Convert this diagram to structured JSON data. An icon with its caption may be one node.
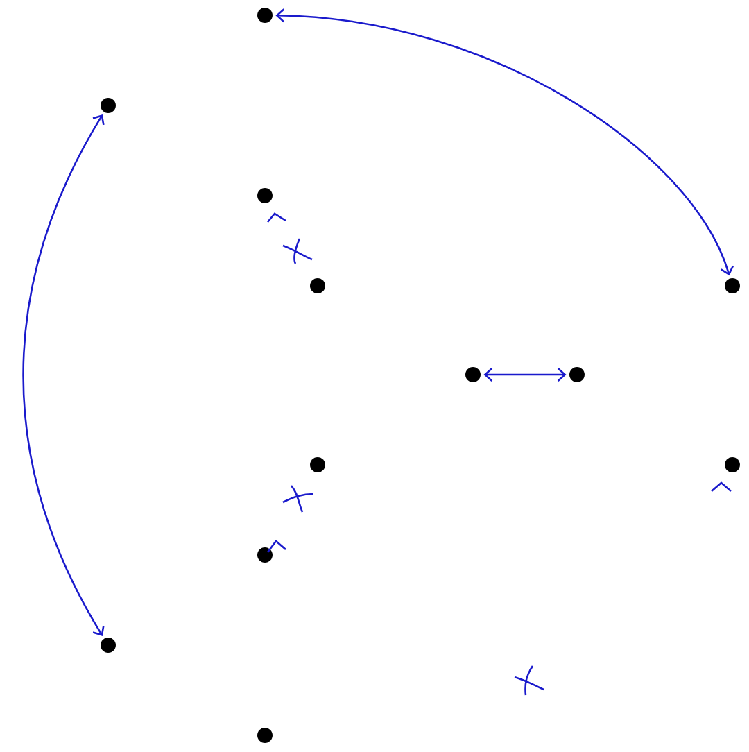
{
  "diagram": {
    "nodes": [
      {
        "text": [],
        "shape": "circle"
      },
      {
        "text": [],
        "shape": "circle"
      },
      {
        "text": [],
        "shape": "circle"
      },
      {
        "text": [],
        "shape": "circle"
      },
      {
        "text": [],
        "shape": "circle"
      },
      {
        "text": [],
        "shape": "circle"
      },
      {
        "text": [],
        "shape": "circle"
      },
      {
        "text": [],
        "shape": "circle"
      },
      {
        "text": [],
        "shape": "circle"
      },
      {
        "text": [],
        "shape": "circle"
      },
      {
        "text": [],
        "shape": "circle"
      },
      {
        "text": [],
        "shape": "circle"
      }
    ],
    "edges": [
      {
        "from": 0,
        "to": 3,
        "arrow": "both"
      },
      {
        "from": 1,
        "to": 10,
        "arrow": "both"
      },
      {
        "from": 5,
        "to": 6,
        "arrow": "both"
      }
    ]
  }
}
